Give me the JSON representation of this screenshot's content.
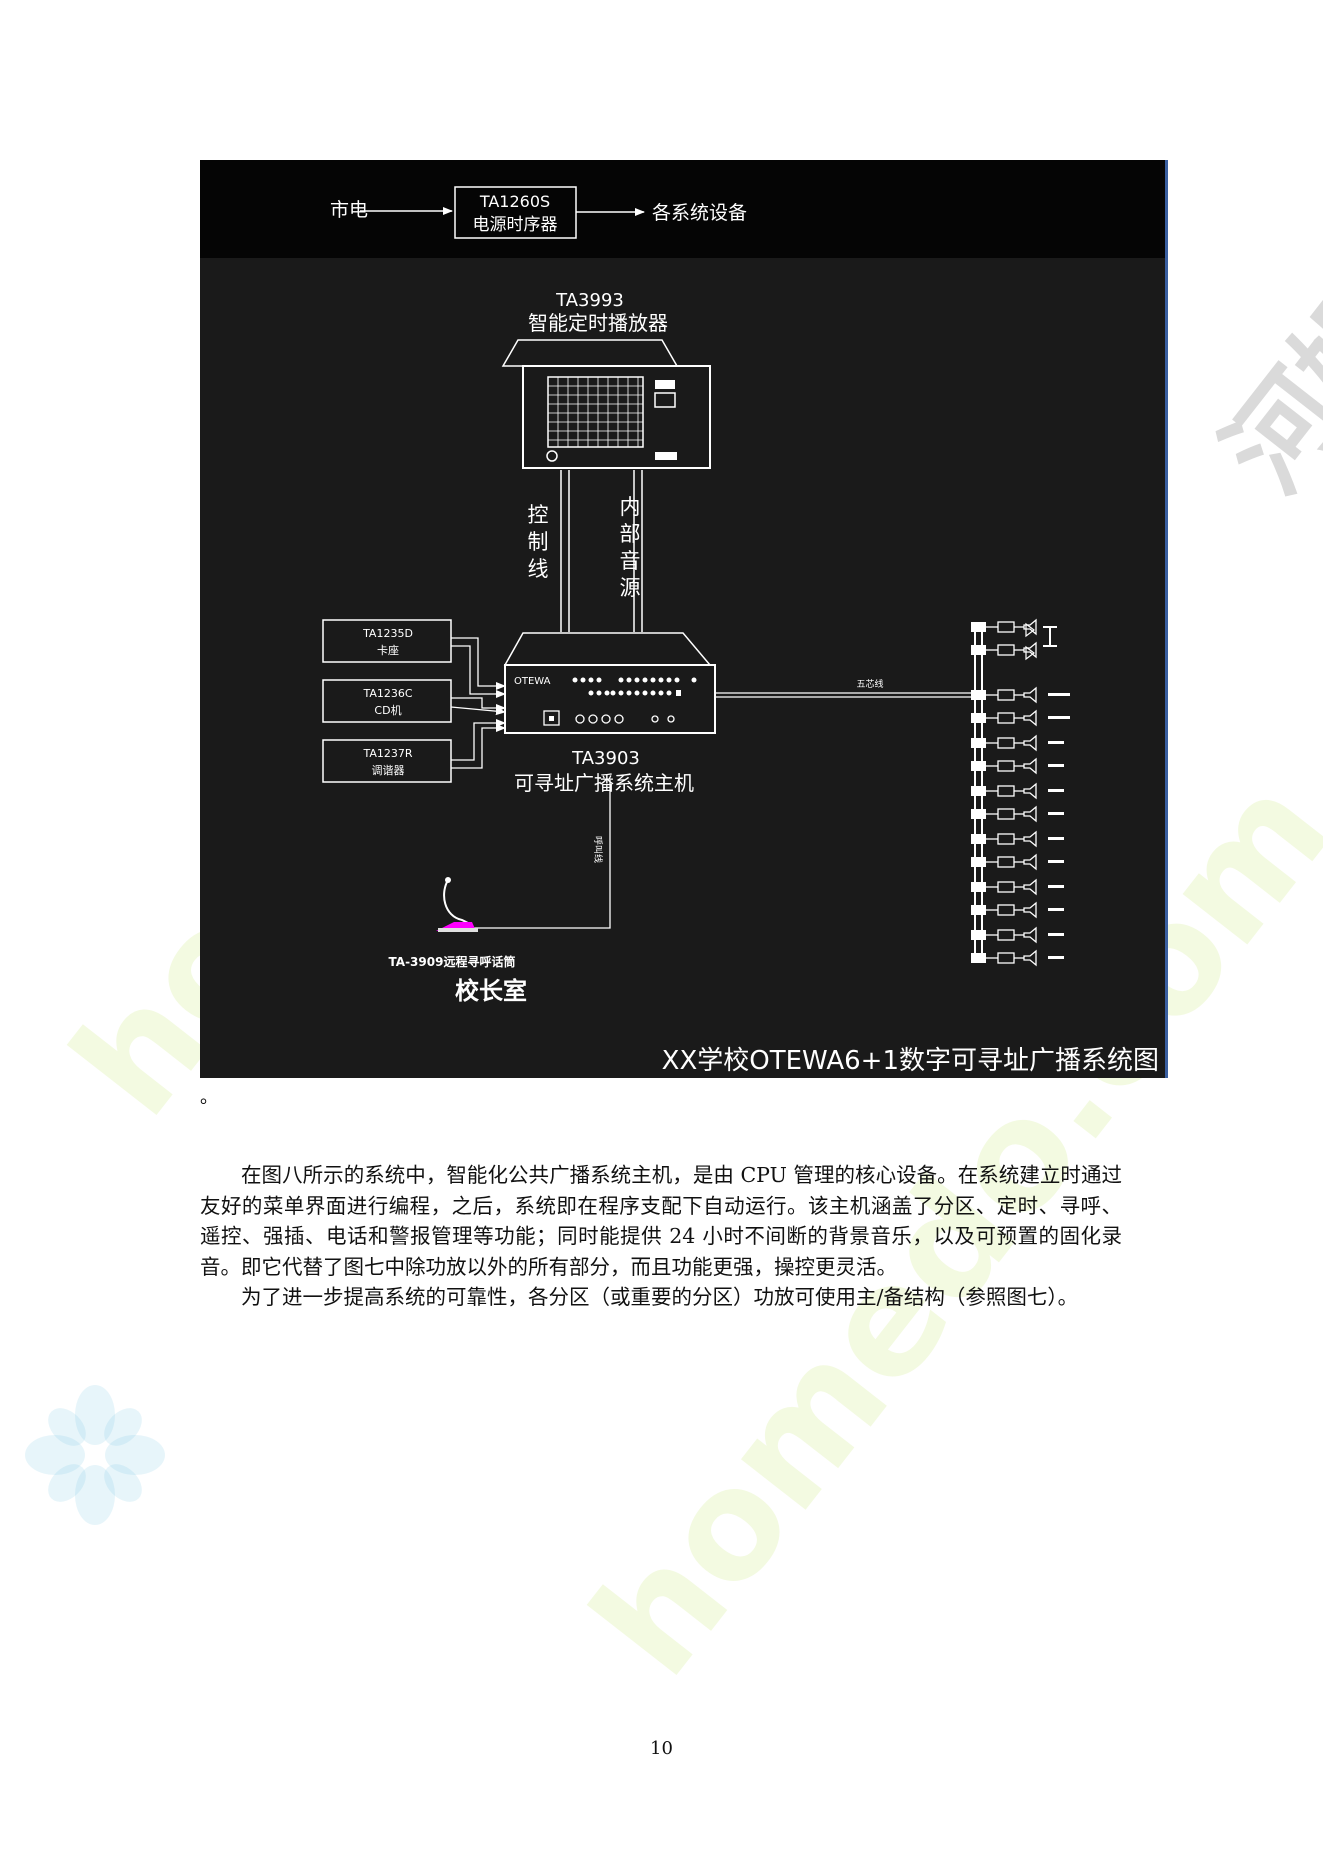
{
  "figure": {
    "top_row": {
      "mains_label": "市电",
      "sequencer_model": "TA1260S",
      "sequencer_name": "电源时序器",
      "output_label": "各系统设备"
    },
    "timer_player": {
      "model": "TA3993",
      "name": "智能定时播放器"
    },
    "link_labels": {
      "control": [
        "控",
        "制",
        "线"
      ],
      "internal_source": [
        "内",
        "部",
        "音",
        "源"
      ],
      "five_core_line": "五芯线",
      "paging_line": "呼叫线"
    },
    "sources": [
      {
        "model": "TA1235D",
        "name": "卡座"
      },
      {
        "model": "TA1236C",
        "name": "CD机"
      },
      {
        "model": "TA1237R",
        "name": "调谐器"
      }
    ],
    "host": {
      "panel_brand": "OTEWA",
      "model": "TA3903",
      "name": "可寻址广播系统主机"
    },
    "microphone": {
      "label": "TA-3909远程寻呼话筒",
      "room": "校长室"
    },
    "caption": "XX学校OTEWA6+1数字可寻址广播系统图"
  },
  "page": {
    "dot_line": "。",
    "paragraphs": [
      "在图八所示的系统中，智能化公共广播系统主机，是由 CPU 管理的核心设备。在系统建立时通过友好的菜单界面进行编程，之后，系统即在程序支配下自动运行。该主机涵盖了分区、定时、寻呼、遥控、强插、电话和警报管理等功能；同时能提供 24 小时不间断的背景音乐，以及可预置的固化录音。即它代替了图七中除功放以外的所有部分，而且功能更强，操控更灵活。",
      "为了进一步提高系统的可靠性，各分区（或重要的分区）功放可使用主/备结构（参照图七）。"
    ],
    "page_number": "10"
  },
  "watermark": {
    "text_en": "homedo.com",
    "text_cn": "河姆渡"
  }
}
